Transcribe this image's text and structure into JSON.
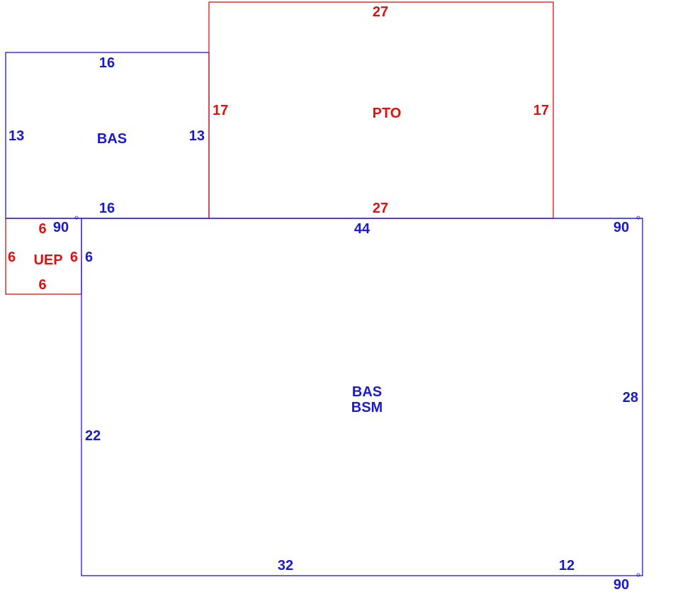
{
  "colors": {
    "main": "#1a1acc",
    "accent": "#e01010"
  },
  "areas": {
    "bas_upper": {
      "code": "BAS",
      "top": "16",
      "bottom": "16",
      "left": "13",
      "right": "13"
    },
    "pto": {
      "code": "PTO",
      "top": "27",
      "bottom": "27",
      "left": "17",
      "right": "17"
    },
    "uep": {
      "code": "UEP",
      "top": "6",
      "bottom": "6",
      "left": "6",
      "right": "6"
    },
    "bas_bsm": {
      "code_1": "BAS",
      "code_2": "BSM",
      "top": "44",
      "left_upper": "6",
      "left_lower": "22",
      "right": "28",
      "bottom_left": "32",
      "bottom_right": "12"
    }
  },
  "angles": {
    "top_left": "90",
    "top_right": "90",
    "bottom_right": "90"
  }
}
